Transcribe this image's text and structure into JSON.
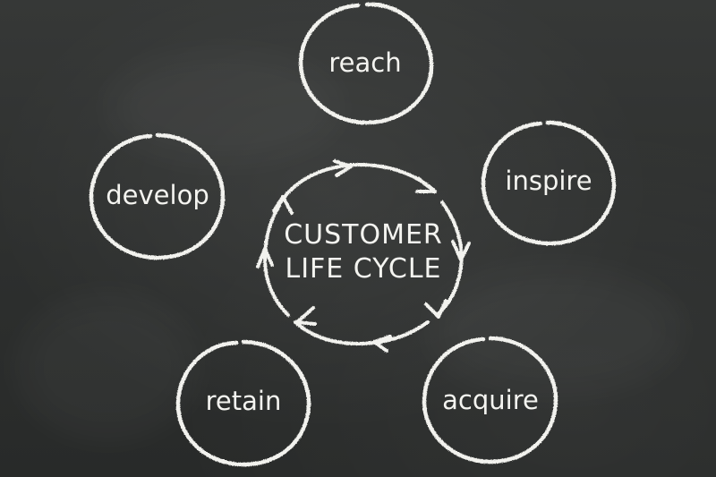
{
  "diagram": {
    "center": {
      "line1": "CUSTOMER",
      "line2": "LIFE CYCLE"
    },
    "stages": {
      "reach": "reach",
      "inspire": "inspire",
      "acquire": "acquire",
      "retain": "retain",
      "develop": "develop"
    }
  },
  "colors": {
    "board": "#2f3130",
    "chalk": "#f2f2ee"
  }
}
